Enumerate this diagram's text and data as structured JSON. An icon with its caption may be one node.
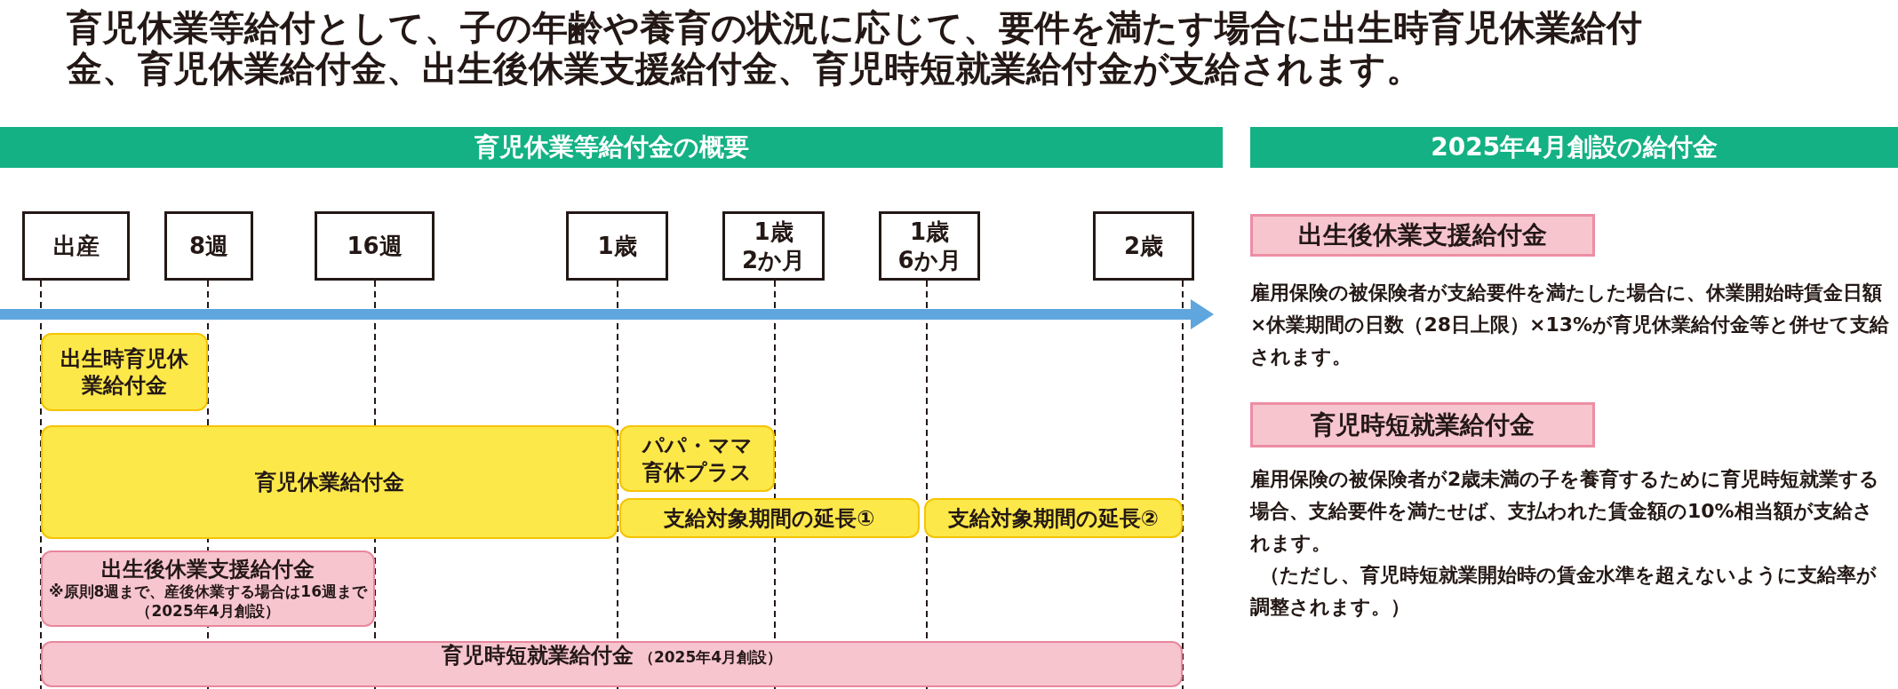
{
  "diagram": {
    "title": "育児休業等給付として、子の年齢や養育の状況に応じて、要件を満たす場合に出生時育児休業給付金、育児休業給付金、出生後休業支援給付金、育児時短就業給付金が支給されます。",
    "nodes": [
      {
        "text": [
          "育児休業等給付金の概要"
        ]
      },
      {
        "text": [
          "2025年4月創設の給付金"
        ]
      },
      {
        "text": [
          "出産"
        ]
      },
      {
        "text": [
          "8週"
        ]
      },
      {
        "text": [
          "16週"
        ]
      },
      {
        "text": [
          "1歳"
        ]
      },
      {
        "text": [
          "1歳2か月"
        ]
      },
      {
        "text": [
          "1歳6か月"
        ]
      },
      {
        "text": [
          "2歳"
        ]
      },
      {
        "text": [
          "出生時育児休業給付金"
        ]
      },
      {
        "text": [
          "育児休業給付金"
        ]
      },
      {
        "text": [
          "パパ・ママ育休プラス"
        ]
      },
      {
        "text": [
          "支給対象期間の延長①"
        ]
      },
      {
        "text": [
          "支給対象期間の延長②"
        ]
      },
      {
        "text": [
          "出生後休業支援給付金",
          "※原則8週まで、産後休業する場合は16週まで",
          "（2025年4月創設）"
        ]
      },
      {
        "text": [
          "育児時短就業給付金",
          "（2025年4月創設）"
        ]
      },
      {
        "text": [
          "出生後休業支援給付金"
        ]
      },
      {
        "text": [
          "育児時短就業給付金"
        ]
      }
    ],
    "labels": [
      "雇用保険の被保険者が支給要件を満たした場合に、休業開始時賃金日額×休業期間の日数（28日上限）×13%が育児休業給付金等と併せて支給されます。",
      "雇用保険の被保険者が2歳未満の子を養育するために育児時短就業する場合、支給要件を満たせば、支払われた賃金額の10%相当額が支給されます。",
      "（ただし、育児時短就業開始時の賃金水準を超えないように支給率が調整されます。）"
    ]
  }
}
